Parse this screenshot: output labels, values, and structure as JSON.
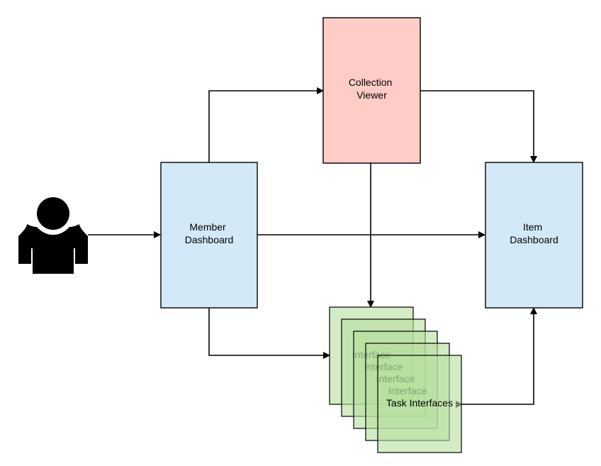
{
  "nodes": {
    "collection_viewer": {
      "lines": [
        "Collection",
        "Viewer"
      ],
      "fill": "#ffccc7"
    },
    "member_dashboard": {
      "lines": [
        "Member",
        "Dashboard"
      ],
      "fill": "#d4e9f7"
    },
    "item_dashboard": {
      "lines": [
        "Item",
        "Dashboard"
      ],
      "fill": "#d4e9f7"
    },
    "task_interfaces": {
      "stack_labels": [
        "Interface",
        "Interface",
        "Interface",
        "Interface"
      ],
      "label": "Task Interfaces",
      "fill": "#b7e09e"
    }
  },
  "actor": {
    "icon": "user-icon"
  },
  "colors": {
    "stroke": "#000000"
  }
}
